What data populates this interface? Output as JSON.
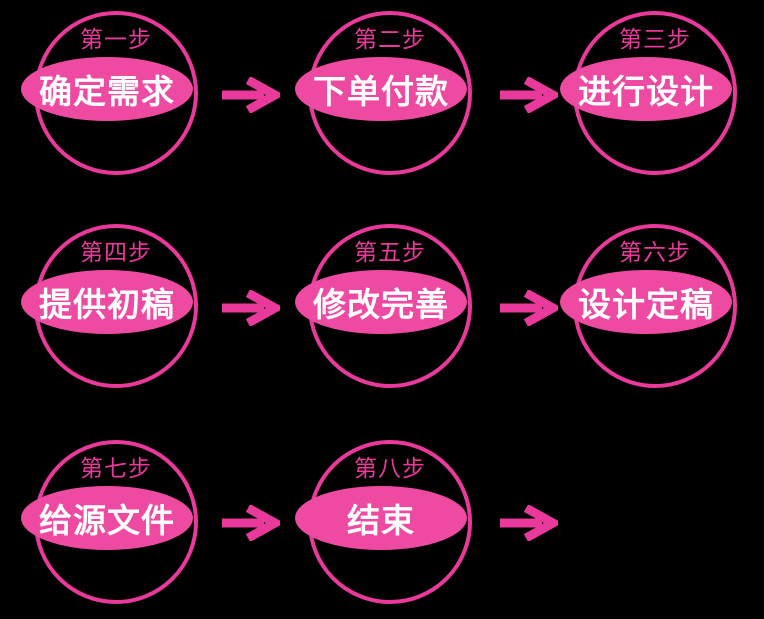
{
  "colors": {
    "background": "#000000",
    "pink": "#e9399a",
    "ellipse_fill": "#ee4aa2",
    "title_text": "#ffffff"
  },
  "diagram": {
    "type": "flowchart",
    "language": "zh-CN",
    "rows": 3,
    "columns": 3
  },
  "steps": [
    {
      "label": "第一步",
      "title": "确定需求",
      "row": 0,
      "col": 0,
      "arrow_after": true
    },
    {
      "label": "第二步",
      "title": "下单付款",
      "row": 0,
      "col": 1,
      "arrow_after": true
    },
    {
      "label": "第三步",
      "title": "进行设计",
      "row": 0,
      "col": 2,
      "arrow_after": false
    },
    {
      "label": "第四步",
      "title": "提供初稿",
      "row": 1,
      "col": 0,
      "arrow_after": true
    },
    {
      "label": "第五步",
      "title": "修改完善",
      "row": 1,
      "col": 1,
      "arrow_after": true
    },
    {
      "label": "第六步",
      "title": "设计定稿",
      "row": 1,
      "col": 2,
      "arrow_after": false
    },
    {
      "label": "第七步",
      "title": "给源文件",
      "row": 2,
      "col": 0,
      "arrow_after": true
    },
    {
      "label": "第八步",
      "title": "结束",
      "row": 2,
      "col": 1,
      "arrow_after": true
    }
  ],
  "icons": {
    "arrow": "arrow-right-icon"
  }
}
